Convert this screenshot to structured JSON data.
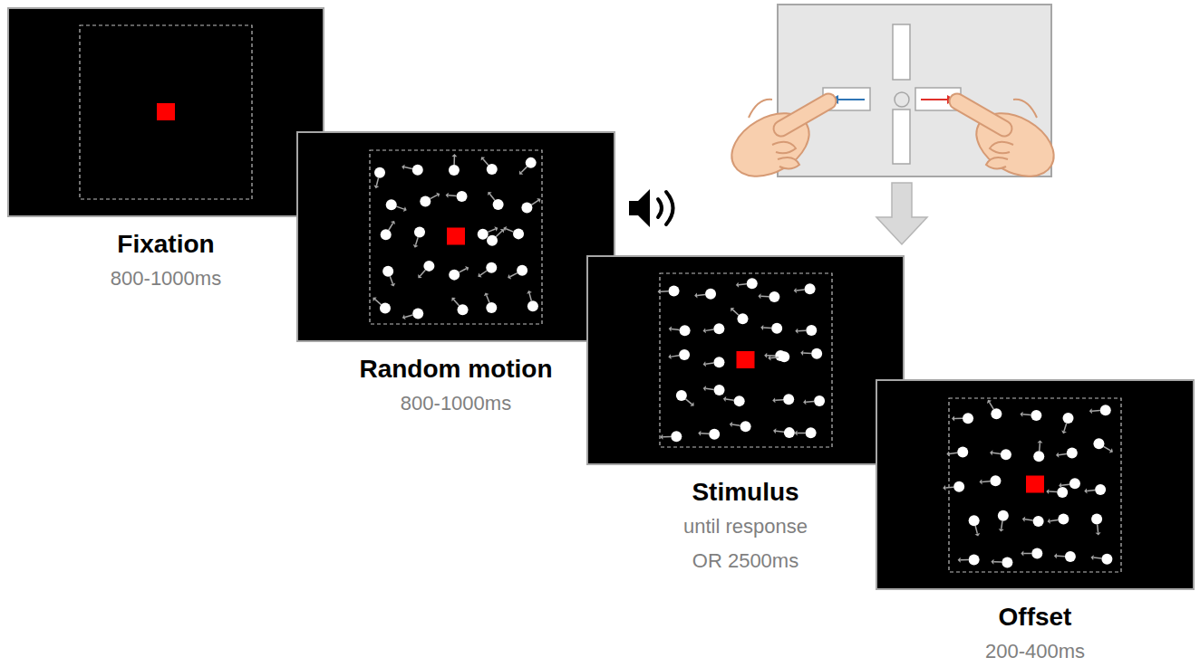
{
  "diagram": {
    "nodes": [
      {
        "text": [
          "Fixation",
          "800-1000ms"
        ]
      },
      {
        "text": [
          "Random motion",
          "800-1000ms"
        ]
      },
      {
        "text": [
          "Stimulus",
          "until response OR 2500ms"
        ]
      },
      {
        "text": [
          "Offset",
          "200-400ms"
        ]
      }
    ]
  }
}
